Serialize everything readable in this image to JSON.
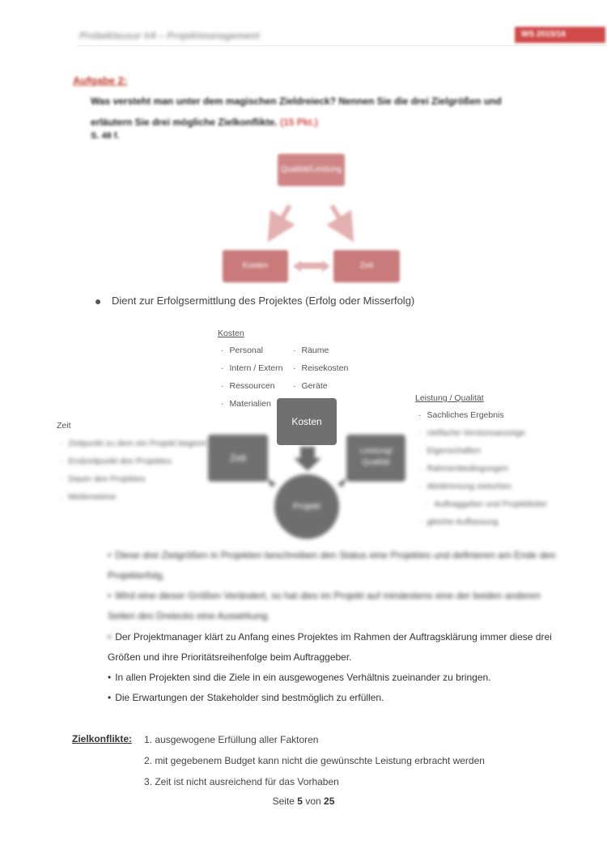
{
  "header": {
    "title": "Probeklausur Ir4 – Projektmanagement",
    "badge": "WS 2015/16"
  },
  "task": {
    "heading": "Aufgabe 2:",
    "question": "Was versteht man unter dem magischen Zieldreieck? Nennen Sie die drei Zielgrößen und erläutern Sie drei mögliche Zielkonflikte.",
    "points": "(15 Pkt.)",
    "reference": "S. 48 f."
  },
  "triangle": {
    "top": "Qualität/Leistung",
    "left": "Kosten",
    "right": "Zeit"
  },
  "bullet_main": "Dient zur Erfolgsermittlung des Projektes (Erfolg oder Misserfolg)",
  "diagram": {
    "kosten": {
      "title": "Kosten",
      "col1": [
        "Personal",
        "Intern / Extern",
        "Ressourcen",
        "Materialien"
      ],
      "col2": [
        "Räume",
        "Reisekosten",
        "Geräte"
      ]
    },
    "leistung": {
      "title": "Leistung / Qualität",
      "items": [
        "Sachliches Ergebnis",
        "vielfache Versionsanzeige",
        "Eigenschaften",
        "Rahmenbedingungen",
        "Abstimmung zwischen",
        "Auftraggeber und Projektleiter",
        "gleiche Auffassung"
      ]
    },
    "zeit": {
      "title": "Zeit",
      "items": [
        "Zeitpunkt zu dem ein Projekt beginnt",
        "Endzeitpunkt des Projektes",
        "Dauer des Projektes",
        "Meilensteine"
      ]
    },
    "boxes": {
      "kosten": "Kosten",
      "zeit": "Zeit",
      "leistung_line1": "Leistung/",
      "leistung_line2": "Qualität",
      "projekt": "Projekt"
    }
  },
  "paragraphs": [
    {
      "bullet": "•",
      "text": "Diese drei Zielgrößen in Projekten beschreiben den Status eine Projektes und definieren am Ende den Projekterfolg."
    },
    {
      "bullet": "•",
      "text": "Wird eine dieser Größen Verändert, so hat dies im Projekt auf mindestens eine der beiden anderen Seiten des Dreiecks eine Auswirkung."
    },
    {
      "bullet": "•",
      "text": "Der Projektmanager klärt zu Anfang eines Projektes im Rahmen der Auftragsklärung immer diese drei Größen und ihre Prioritätsreihenfolge beim Auftraggeber."
    },
    {
      "bullet": "•",
      "text": "In allen Projekten sind die Ziele in ein ausgewogenes Verhältnis zueinander zu bringen."
    },
    {
      "bullet": "•",
      "text": "Die Erwartungen der Stakeholder sind bestmöglich zu erfüllen."
    }
  ],
  "zielkonflikte": {
    "label": "Zielkonflikte:",
    "items": [
      "1. ausgewogene Erfüllung aller Faktoren",
      "2. mit gegebenem Budget kann nicht die gewünschte Leistung erbracht werden",
      "3. Zeit ist nicht ausreichend für das Vorhaben"
    ]
  },
  "footer": {
    "prefix": "Seite",
    "current": "5",
    "middle": "von",
    "total": "25"
  },
  "colors": {
    "accent_red": "#d04a4a",
    "triangle_box": "#c97b7b",
    "diagram_box": "#707070"
  }
}
